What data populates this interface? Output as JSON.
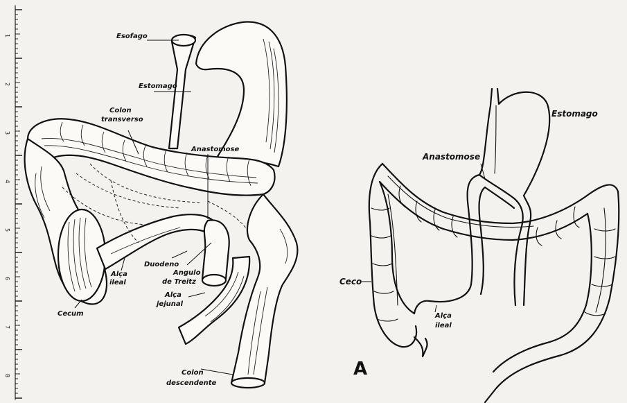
{
  "figure": {
    "panel_letter": "A",
    "left_labels": {
      "esofago": "Esofago",
      "estomago": "Estomago",
      "colon_transverso_1": "Colon",
      "colon_transverso_2": "transverso",
      "anastomose": "Anastomose",
      "duodeno": "Duodeno",
      "alca_ileal_1": "Alça",
      "alca_ileal_2": "ileal",
      "angulo_treitz_1": "Angulo",
      "angulo_treitz_2": "de Treitz",
      "alca_jejunal_1": "Alça",
      "alca_jejunal_2": "jejunal",
      "cecum": "Cecum",
      "colon_descendente_1": "Colon",
      "colon_descendente_2": "descendente"
    },
    "right_labels": {
      "estomago": "Estomago",
      "anastomose": "Anastomose",
      "ceco": "Ceco",
      "alca_ileal_1": "Alça",
      "alca_ileal_2": "ileal"
    },
    "ruler_ticks": [
      "1",
      "2",
      "3",
      "4",
      "5",
      "6",
      "7",
      "8"
    ]
  }
}
